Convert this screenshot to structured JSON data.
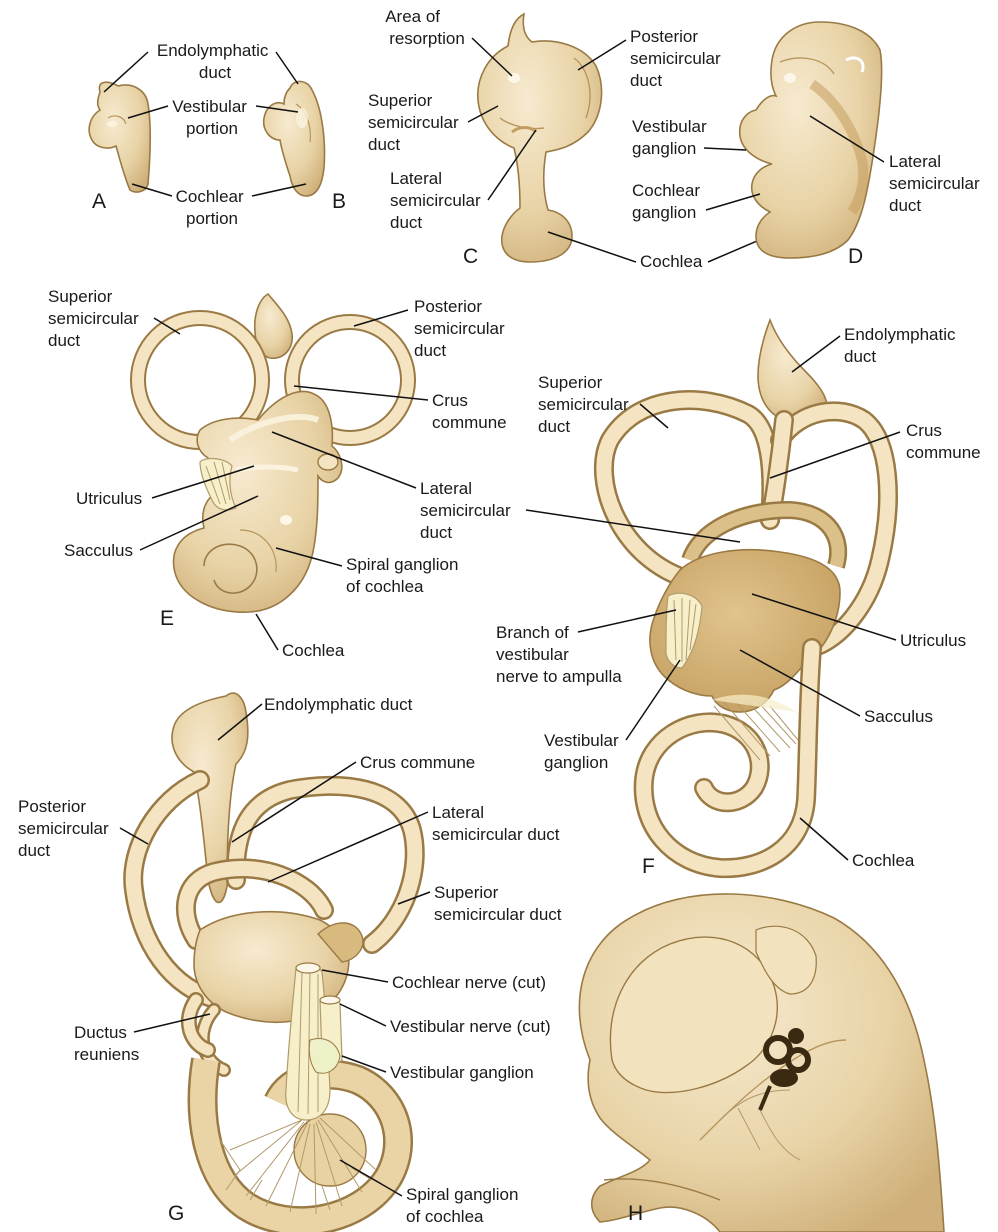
{
  "panels": {
    "A": {
      "letter": "A"
    },
    "B": {
      "letter": "B"
    },
    "C": {
      "letter": "C"
    },
    "D": {
      "letter": "D"
    },
    "E": {
      "letter": "E"
    },
    "F": {
      "letter": "F"
    },
    "G": {
      "letter": "G"
    },
    "H": {
      "letter": "H"
    }
  },
  "labels_ab": {
    "endolymphatic": [
      "Endolymphatic",
      "duct"
    ],
    "vestibular": [
      "Vestibular",
      "portion"
    ],
    "cochlear": [
      "Cochlear",
      "portion"
    ]
  },
  "labels_c": {
    "area": [
      "Area of",
      "resorption"
    ],
    "posterior": [
      "Posterior",
      "semicircular",
      "duct"
    ],
    "superior": [
      "Superior",
      "semicircular",
      "duct"
    ],
    "lateral": [
      "Lateral",
      "semicircular",
      "duct"
    ],
    "cochlea": "Cochlea"
  },
  "labels_d": {
    "vest_ganglion": [
      "Vestibular",
      "ganglion"
    ],
    "coch_ganglion": [
      "Cochlear",
      "ganglion"
    ],
    "lateral": [
      "Lateral",
      "semicircular",
      "duct"
    ]
  },
  "labels_e": {
    "superior": [
      "Superior",
      "semicircular",
      "duct"
    ],
    "posterior": [
      "Posterior",
      "semicircular",
      "duct"
    ],
    "crus": [
      "Crus",
      "commune"
    ],
    "utriculus": "Utriculus",
    "lateral": [
      "Lateral",
      "semicircular",
      "duct"
    ],
    "sacculus": "Sacculus",
    "spiral": [
      "Spiral ganglion",
      "of cochlea"
    ],
    "cochlea": "Cochlea"
  },
  "labels_f": {
    "endolymphatic": [
      "Endolymphatic",
      "duct"
    ],
    "superior": [
      "Superior",
      "semicircular",
      "duct"
    ],
    "crus": [
      "Crus",
      "commune"
    ],
    "branch": [
      "Branch of",
      "vestibular",
      "nerve to ampulla"
    ],
    "utriculus": "Utriculus",
    "sacculus": "Sacculus",
    "vest_ganglion": [
      "Vestibular",
      "ganglion"
    ],
    "cochlea": "Cochlea"
  },
  "labels_g": {
    "endolymphatic": "Endolymphatic duct",
    "crus": "Crus commune",
    "posterior": [
      "Posterior",
      "semicircular",
      "duct"
    ],
    "lateral": [
      "Lateral",
      "semicircular duct"
    ],
    "superior": [
      "Superior",
      "semicircular duct"
    ],
    "cochlear_nerve": "Cochlear nerve (cut)",
    "vestibular_nerve": "Vestibular nerve (cut)",
    "ductus": [
      "Ductus",
      "reuniens"
    ],
    "vest_ganglion": "Vestibular ganglion",
    "spiral": [
      "Spiral ganglion",
      "of cochlea"
    ]
  },
  "colors": {
    "tan_light": "#f4e4c1",
    "tan_mid": "#e6cf9e",
    "tan_dark": "#c9a66b",
    "outline": "#9a7a44",
    "nerve": "#f7efc9",
    "ossicle": "#3b2a12"
  }
}
